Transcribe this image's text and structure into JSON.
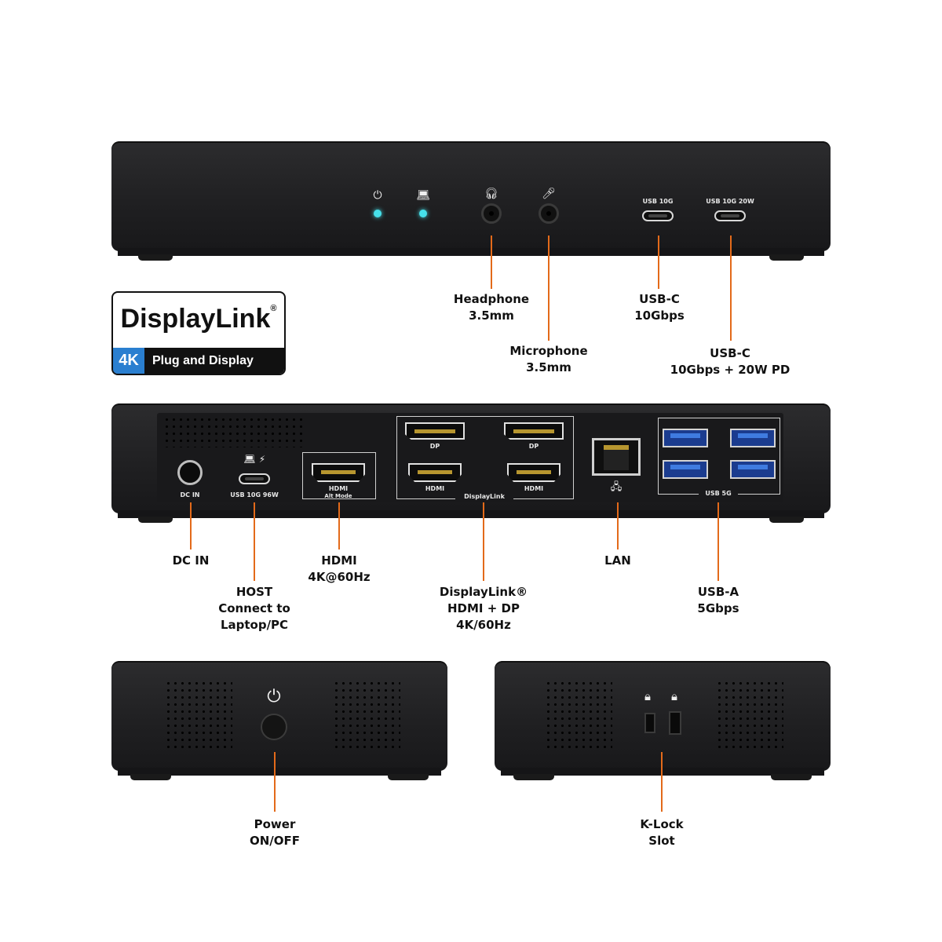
{
  "badge": {
    "brand": "DisplayLink",
    "registered": "®",
    "resolution": "4K",
    "tagline": "Plug and Display"
  },
  "front_panel": {
    "icons": [
      "power-icon",
      "laptop-icon",
      "headphone-icon",
      "microphone-icon"
    ],
    "port_labels": {
      "usb_c_1": "USB 10G",
      "usb_c_2": "USB 10G 20W"
    },
    "led_color": "#46e0ea"
  },
  "front_callouts": {
    "headphone": [
      "Headphone",
      "3.5mm"
    ],
    "microphone": [
      "Microphone",
      "3.5mm"
    ],
    "usb_c_1": [
      "USB-C",
      "10Gbps"
    ],
    "usb_c_2": [
      "USB-C",
      "10Gbps + 20W PD"
    ]
  },
  "rear_panel": {
    "port_labels": {
      "dc_in": "DC IN",
      "host": "USB 10G 96W",
      "hdmi_alt": "HDMI",
      "alt_mode": "Alt Mode",
      "dp": "DP",
      "hdmi": "HDMI",
      "displaylink_group": "DisplayLink",
      "usb5g": "USB 5G"
    },
    "icons": [
      "laptop-icon",
      "bolt-icon",
      "network-icon"
    ]
  },
  "rear_callouts": {
    "dc_in": [
      "DC IN"
    ],
    "host": [
      "HOST",
      "Connect to",
      "Laptop/PC"
    ],
    "hdmi": [
      "HDMI",
      "4K@60Hz"
    ],
    "displaylink": [
      "DisplayLink®",
      "HDMI + DP",
      "4K/60Hz"
    ],
    "lan": [
      "LAN"
    ],
    "usb_a": [
      "USB-A",
      "5Gbps"
    ]
  },
  "side_callouts": {
    "power": [
      "Power",
      "ON/OFF"
    ],
    "klock": [
      "K-Lock",
      "Slot"
    ]
  },
  "colors": {
    "accent_line": "#e36a1a",
    "body": "#232325",
    "badge_blue": "#2a7fd0"
  }
}
